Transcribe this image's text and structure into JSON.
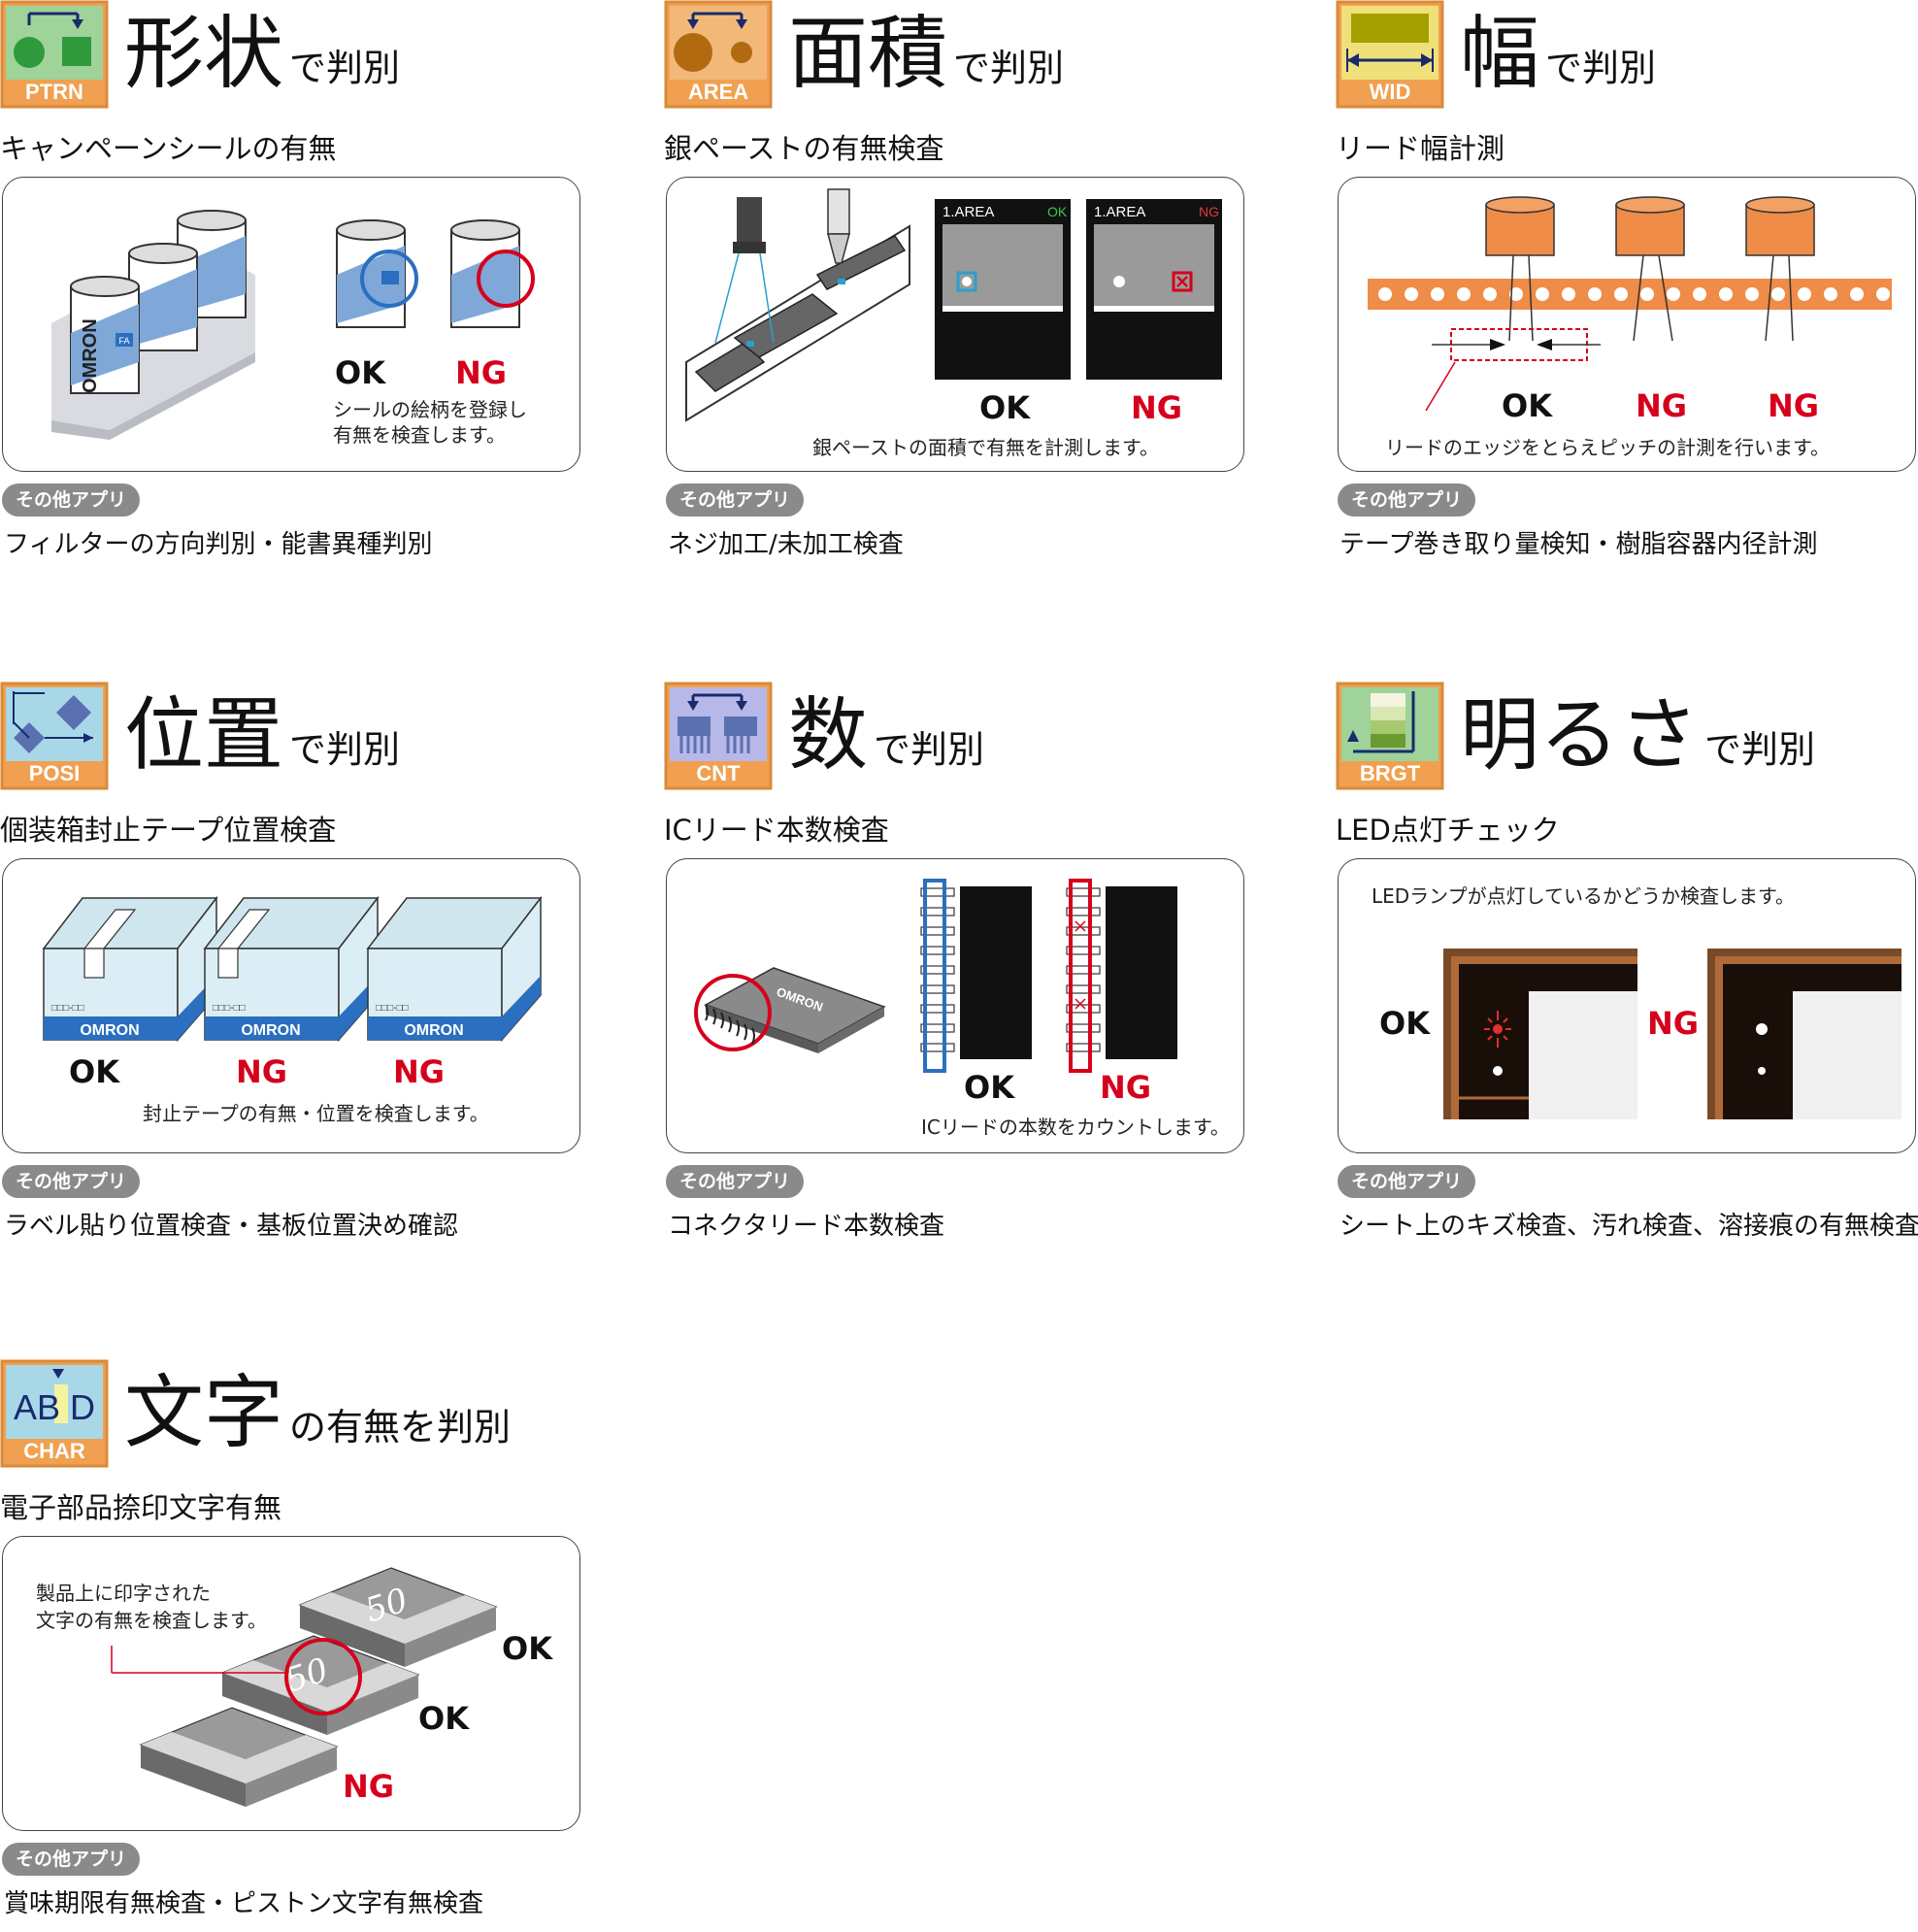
{
  "sections": [
    {
      "icon_label": "PTRN",
      "title_big": "形状",
      "title_small": "で判別",
      "subtitle": "キャンペーンシールの有無",
      "ok": "OK",
      "ng": "NG",
      "caption": "シールの絵柄を登録し\n有無を検査します。",
      "can_brand": "OMRON",
      "can_label": "FA",
      "badge": "その他アプリ",
      "other_apps": "フィルターの方向判別・能書異種判別",
      "icon_color": "#f0a050"
    },
    {
      "icon_label": "AREA",
      "title_big": "面積",
      "title_small": "で判別",
      "subtitle": "銀ペーストの有無検査",
      "screen_label_ok": "1.AREA",
      "screen_status_ok": "OK",
      "screen_label_ng": "1.AREA",
      "screen_status_ng": "NG",
      "ok": "OK",
      "ng": "NG",
      "caption": "銀ペーストの面積で有無を計測します。",
      "badge": "その他アプリ",
      "other_apps": "ネジ加工/未加工検査"
    },
    {
      "icon_label": "WID",
      "title_big": "幅",
      "title_small": "で判別",
      "subtitle": "リード幅計測",
      "ok": "OK",
      "ng1": "NG",
      "ng2": "NG",
      "caption": "リードのエッジをとらえピッチの計測を行います。",
      "badge": "その他アプリ",
      "other_apps": "テープ巻き取り量検知・樹脂容器内径計測"
    },
    {
      "icon_label": "POSI",
      "title_big": "位置",
      "title_small": "で判別",
      "subtitle": "個装箱封止テープ位置検査",
      "box_brand": "OMRON",
      "box_code": "□□□-□□",
      "ok": "OK",
      "ng1": "NG",
      "ng2": "NG",
      "caption": "封止テープの有無・位置を検査します。",
      "badge": "その他アプリ",
      "other_apps": "ラベル貼り位置検査・基板位置決め確認"
    },
    {
      "icon_label": "CNT",
      "title_big": "数",
      "title_small": "で判別",
      "subtitle": "ICリード本数検査",
      "chip_brand": "OMRON",
      "ok": "OK",
      "ng": "NG",
      "caption": "ICリードの本数をカウントします。",
      "badge": "その他アプリ",
      "other_apps": "コネクタリード本数検査"
    },
    {
      "icon_label": "BRGT",
      "title_big": "明るさ",
      "title_small": "で判別",
      "subtitle": "LED点灯チェック",
      "caption": "LEDランプが点灯しているかどうか検査します。",
      "ok": "OK",
      "ng": "NG",
      "badge": "その他アプリ",
      "other_apps": "シート上のキズ検査、汚れ検査、溶接痕の有無検査"
    },
    {
      "icon_label": "CHAR",
      "icon_text": "AB  D",
      "title_big": "文字",
      "title_small": "の有無を判別",
      "subtitle": "電子部品捺印文字有無",
      "caption": "製品上に印字された\n文字の有無を検査します。",
      "chip_mark": "50",
      "ok1": "OK",
      "ok2": "OK",
      "ng": "NG",
      "badge": "その他アプリ",
      "other_apps": "賞味期限有無検査・ピストン文字有無検査"
    }
  ]
}
